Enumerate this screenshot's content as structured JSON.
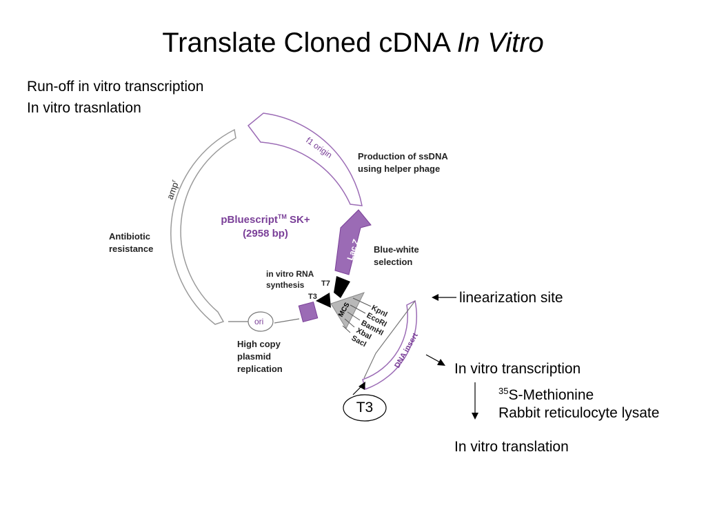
{
  "slide": {
    "title_main": "Translate Cloned cDNA ",
    "title_italic": "In Vitro",
    "intro_line1": "Run-off in vitro transcription",
    "intro_line2": "In vitro trasnlation"
  },
  "plasmid": {
    "name": "pBluescript",
    "name_tm": "TM",
    "name_suffix": " SK+",
    "size": "(2958 bp)",
    "features": {
      "f1_origin": "f1 origin",
      "amp": "amp",
      "amp_sup": "r",
      "lacz": "Lac Z",
      "ori": "ori",
      "t7": "T7",
      "t3": "T3",
      "mcs": "MCS",
      "dna_insert": "DNA insert"
    },
    "sites": [
      "KpnI",
      "EcoRI",
      "BamHI",
      "XbaI",
      "SacI"
    ],
    "annotations": {
      "ssdna_1": "Production of  ssDNA",
      "ssdna_2": "using helper phage",
      "antibiotic_1": "Antibiotic",
      "antibiotic_2": "resistance",
      "bluewhite_1": "Blue-white",
      "bluewhite_2": "selection",
      "rna_1": "in vitro RNA",
      "rna_2": "synthesis",
      "highcopy_1": "High copy",
      "highcopy_2": "plasmid",
      "highcopy_3": "replication"
    },
    "colors": {
      "purple": "#9b6bb5",
      "purple_dark": "#7a3f98",
      "gray": "#9a9a9a"
    }
  },
  "workflow": {
    "linearization": "linearization site",
    "t3_bubble": "T3",
    "transcription": "In vitro transcription",
    "methionine_sup": "35",
    "methionine": "S-Methionine",
    "lysate": "Rabbit reticulocyte lysate",
    "translation": "In vitro translation"
  }
}
